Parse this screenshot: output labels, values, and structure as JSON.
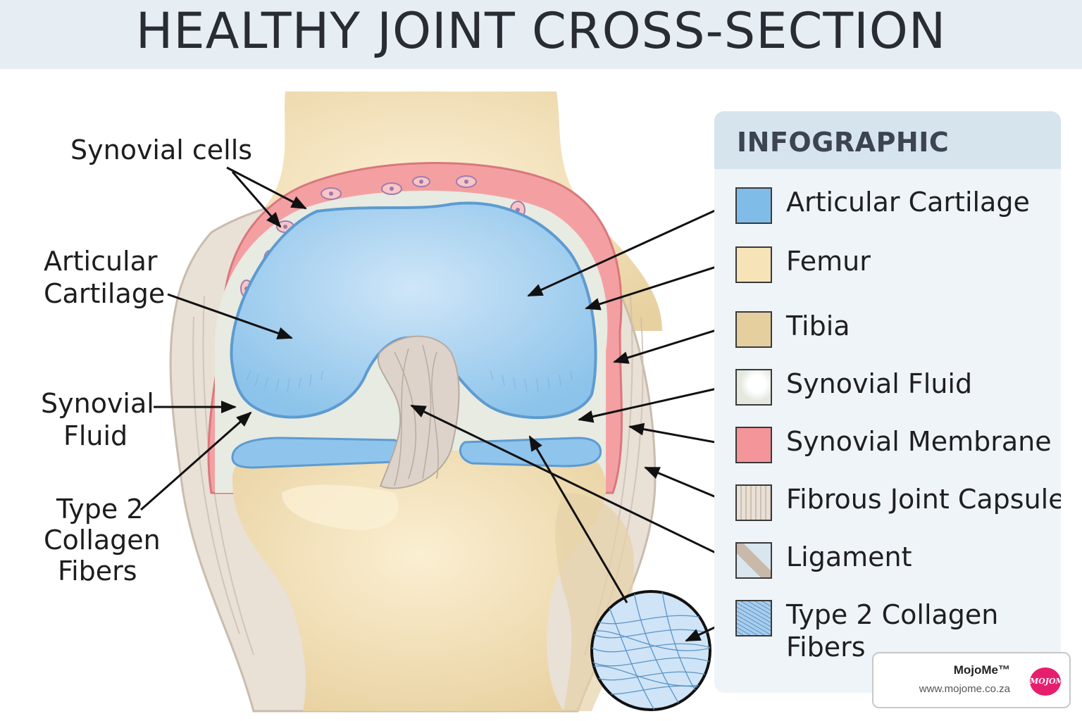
{
  "title": "HEALTHY JOINT CROSS-SECTION",
  "left_labels": {
    "synovial_cells": "Synovial cells",
    "articular_cartilage_1": "Articular",
    "articular_cartilage_2": "Cartilage",
    "synovial_fluid_1": "Synovial",
    "synovial_fluid_2": "Fluid",
    "collagen_1": "Type 2",
    "collagen_2": "Collagen",
    "collagen_3": "Fibers"
  },
  "legend": {
    "title": "INFOGRAPHIC",
    "items": [
      {
        "label": "Articular Cartilage",
        "color": "#7fbde8"
      },
      {
        "label": "Femur",
        "color": "#f6e4b8"
      },
      {
        "label": "Tibia",
        "color": "#e6cf9e"
      },
      {
        "label": "Synovial Fluid",
        "color": "#e8ece4"
      },
      {
        "label": "Synovial Membrane",
        "color": "#f4959a"
      },
      {
        "label": "Fibrous Joint Capsule",
        "color": "#e6ddd4"
      },
      {
        "label": "Ligament",
        "color": "#d9e6ee"
      },
      {
        "label": "Type 2 Collagen",
        "label_2": "Fibers",
        "color": "#a9cdec"
      }
    ]
  },
  "brand": {
    "name": "MojoMe™",
    "url": "www.mojome.co.za",
    "logo_text": "MOJOMe"
  }
}
